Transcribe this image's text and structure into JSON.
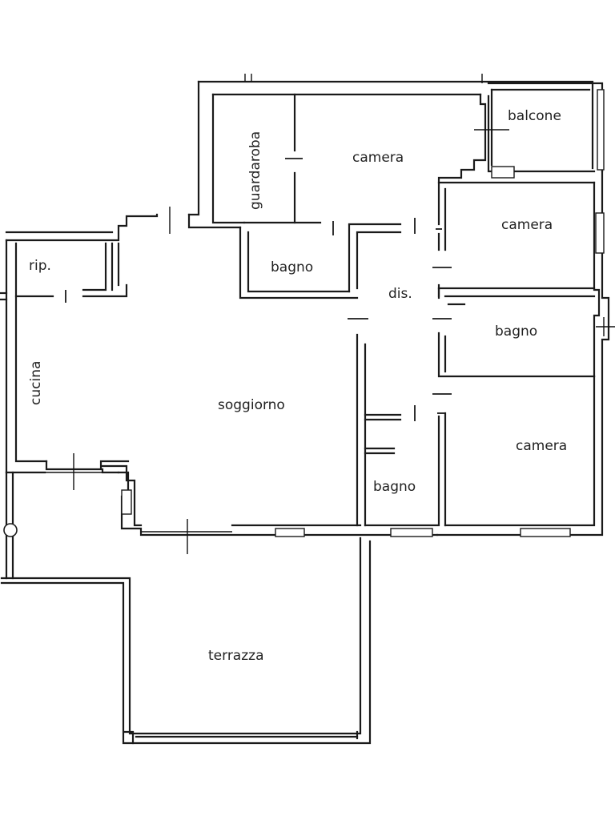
{
  "rooms": {
    "guardaroba": "guardaroba",
    "camera_1": "camera",
    "balcone": "balcone",
    "camera_2": "camera",
    "bagno_1": "bagno",
    "dis": "dis.",
    "bagno_2": "bagno",
    "rip": "rip.",
    "cucina": "cucina",
    "soggiorno": "soggiorno",
    "camera_3": "camera",
    "bagno_3": "bagno",
    "terrazza": "terrazza"
  }
}
